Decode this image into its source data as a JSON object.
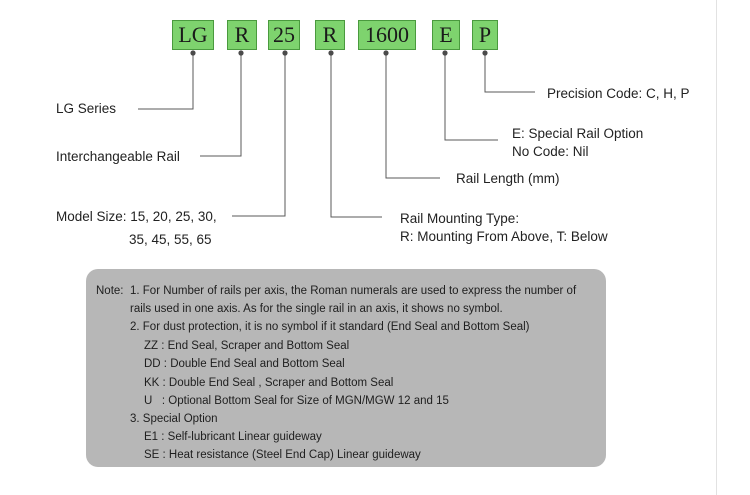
{
  "code": {
    "segments": [
      "LG",
      "R",
      "25",
      "R",
      "1600",
      "E",
      "P"
    ]
  },
  "labels": {
    "lg_series": "LG Series",
    "interchangeable_rail": "Interchangeable Rail",
    "model_size_line1": "Model Size: 15, 20, 25, 30,",
    "model_size_line2": "35, 45, 55, 65",
    "mounting_type_line1": "Rail Mounting Type:",
    "mounting_type_line2": "R: Mounting From Above, T: Below",
    "rail_length": "Rail Length (mm)",
    "special_rail_line1": "E: Special Rail Option",
    "special_rail_line2": "No Code: Nil",
    "precision_code": "Precision Code: C, H, P"
  },
  "note": {
    "prefix": "Note:",
    "lines": [
      "1. For Number of rails per axis, the Roman numerals are used to express the number of",
      "rails used in one axis. As for the single rail in an axis, it shows no symbol.",
      "2. For dust protection, it is no symbol if it standard (End Seal and Bottom Seal)",
      "ZZ : End Seal, Scraper and Bottom Seal",
      "DD : Double End Seal and Bottom Seal",
      "KK : Double End Seal , Scraper and Bottom Seal",
      "U   : Optional Bottom Seal for Size of MGN/MGW 12 and 15",
      "3. Special Option",
      "E1 : Self-lubricant Linear guideway",
      "SE : Heat resistance (Steel End Cap) Linear guideway"
    ]
  },
  "colors": {
    "code_box_fill": "#7ed36e",
    "leader_line": "#5a5a5a",
    "note_panel": "#b7b7b7"
  }
}
